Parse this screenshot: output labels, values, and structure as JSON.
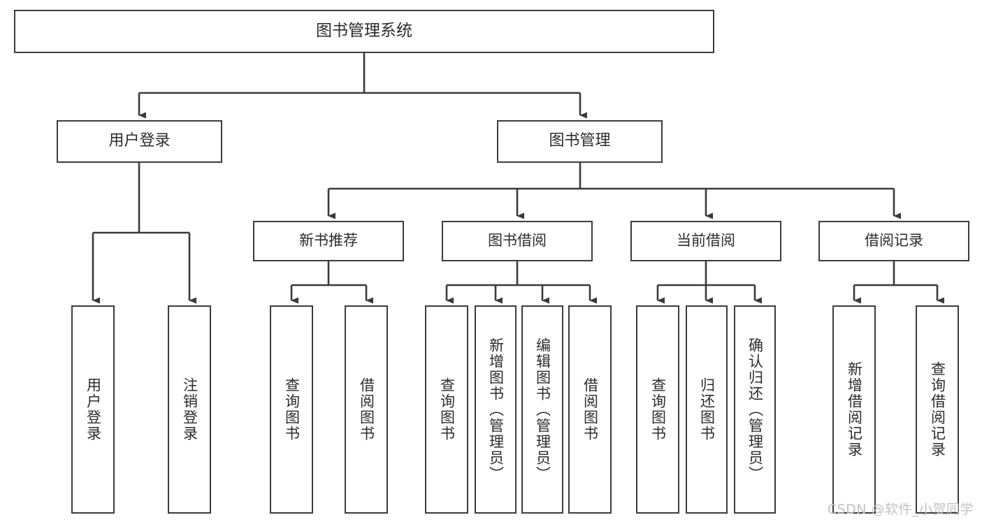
{
  "diagram": {
    "title": "图书管理系统",
    "type": "hierarchy-tree",
    "root": {
      "label": "图书管理系统"
    },
    "level2": [
      {
        "label": "用户登录"
      },
      {
        "label": "图书管理"
      }
    ],
    "level3": [
      {
        "label": "新书推荐"
      },
      {
        "label": "图书借阅"
      },
      {
        "label": "当前借阅"
      },
      {
        "label": "借阅记录"
      }
    ],
    "leaves": {
      "user_login": [
        {
          "label": "用户登录"
        },
        {
          "label": "注销登录"
        }
      ],
      "new_book_recommend": [
        {
          "label": "查询图书"
        },
        {
          "label": "借阅图书"
        }
      ],
      "book_borrow": [
        {
          "label": "查询图书"
        },
        {
          "label": "新增图书（管理员）"
        },
        {
          "label": "编辑图书（管理员）"
        },
        {
          "label": "借阅图书"
        }
      ],
      "current_borrow": [
        {
          "label": "查询图书"
        },
        {
          "label": "归还图书"
        },
        {
          "label": "确认归还（管理员）"
        }
      ],
      "borrow_record": [
        {
          "label": "新增借阅记录"
        },
        {
          "label": "查询借阅记录"
        }
      ]
    }
  },
  "watermark": {
    "text": "CSDN @软件_小贺同学"
  },
  "colors": {
    "box_border": "#3c3c3c",
    "connector": "#3a3a3a",
    "text": "#2b2b2b",
    "background": "#ffffff",
    "watermark": "#c2c2c2"
  }
}
